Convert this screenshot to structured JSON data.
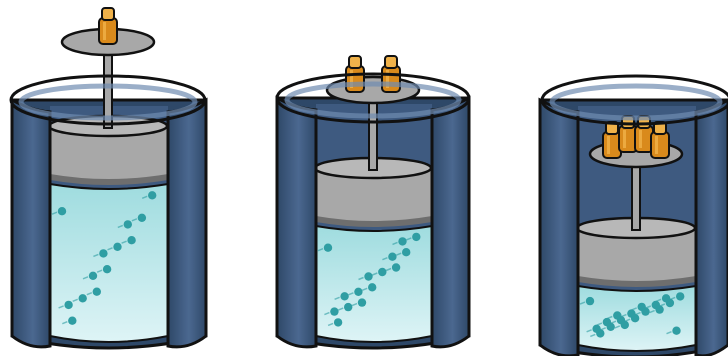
{
  "colors": {
    "wall_dark": "#2e4868",
    "wall": "#4b6890",
    "wall_light": "#6f8bb0",
    "gas_dark": "#9fdcdf",
    "gas_light": "#def4f6",
    "molecule": "#2f9ea3",
    "piston": "#a8a8a8",
    "piston_edge": "#6e6e6e",
    "weight": "#d98a1c",
    "weight_light": "#f0b24a",
    "outline": "#111111"
  },
  "cylinders": [
    {
      "name": "cylinder-one-weight",
      "weight_count": 1,
      "gas_molecule_count": 13
    },
    {
      "name": "cylinder-two-weights",
      "weight_count": 2,
      "gas_molecule_count": 15
    },
    {
      "name": "cylinder-four-weights",
      "weight_count": 4,
      "gas_molecule_count": 18
    }
  ]
}
